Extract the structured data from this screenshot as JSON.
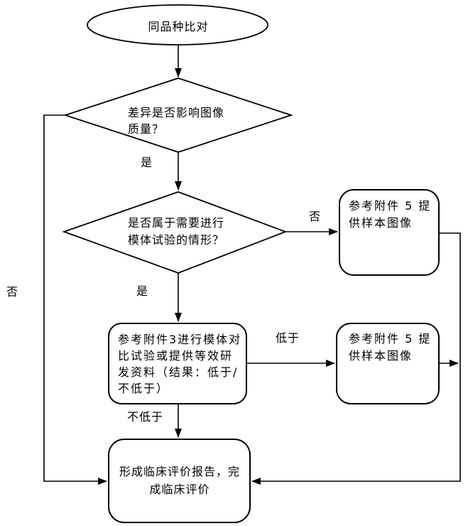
{
  "diagram": {
    "background": "#ffffff",
    "stroke_color": "#000000",
    "text_color": "#000000",
    "nodes": {
      "start": {
        "shape": "ellipse",
        "label": "同品种比对"
      },
      "decision_image_quality": {
        "shape": "diamond",
        "lines": [
          "差异是否影响图像",
          "质量？"
        ]
      },
      "decision_phantom_case": {
        "shape": "diamond",
        "lines": [
          "是否属于需要进行",
          "模体试验的情形？"
        ]
      },
      "annex5_top": {
        "shape": "rounded-rect",
        "lines": [
          "参考附件 5 提",
          "供样本图像"
        ]
      },
      "annex3_test": {
        "shape": "rounded-rect",
        "lines": [
          "参考附件3进行模体对",
          "比试验或提供等效研",
          "发资料（结果：低于/",
          "不低于）"
        ]
      },
      "annex5_mid": {
        "shape": "rounded-rect",
        "lines": [
          "参考附件 5 提",
          "供样本图像"
        ]
      },
      "report": {
        "shape": "rounded-rect",
        "lines": [
          "形成临床评价报告，完",
          "成临床评价"
        ]
      }
    },
    "edge_labels": {
      "yes1": "是",
      "no1": "否",
      "yes2": "是",
      "no_left": "否",
      "lower": "低于",
      "not_lower": "不低于"
    }
  }
}
